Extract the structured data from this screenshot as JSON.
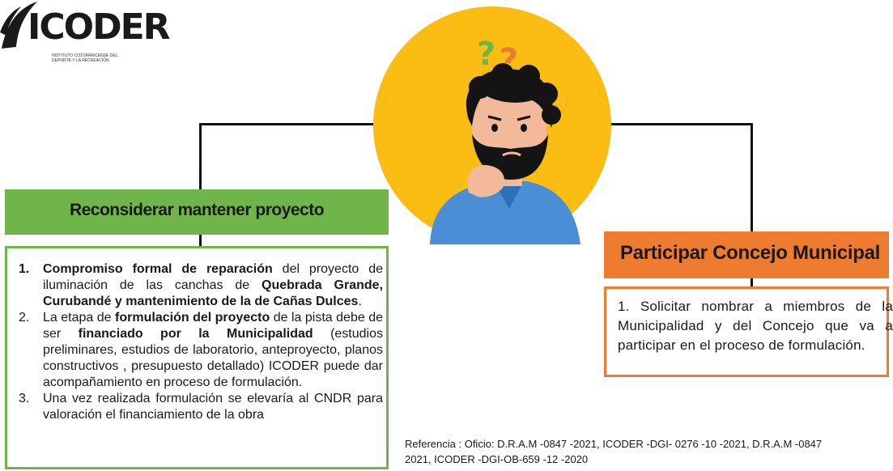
{
  "logo": {
    "word": "ICODER",
    "subtitle": "INSTITUTO COSTARRICENSE DEL DEPORTE Y LA RECREACIÓN"
  },
  "illustration": {
    "icon": "thinking-man-question-marks",
    "marks": [
      "?",
      "?"
    ]
  },
  "left_card": {
    "title": "Reconsiderar mantener proyecto",
    "items": [
      {
        "number": "1.",
        "parts": [
          {
            "text": "Compromiso formal de reparación",
            "bold": true
          },
          {
            "text": " del proyecto de iluminación de las canchas de ",
            "bold": false
          },
          {
            "text": "Quebrada Grande, Curubandé y mantenimiento de la de Cañas Dulces",
            "bold": true
          },
          {
            "text": ".",
            "bold": false
          }
        ]
      },
      {
        "number": "2.",
        "parts": [
          {
            "text": "La etapa de ",
            "bold": false
          },
          {
            "text": "formulación del proyecto",
            "bold": true
          },
          {
            "text": " de la pista debe de ser ",
            "bold": false
          },
          {
            "text": "financiado por la Municipalidad",
            "bold": true
          },
          {
            "text": " (estudios preliminares, estudios de laboratorio, anteproyecto, planos constructivos , presupuesto detallado) ICODER puede dar acompañamiento en proceso de formulación.",
            "bold": false
          }
        ]
      },
      {
        "number": "3.",
        "parts": [
          {
            "text": "Una vez realizada formulación se elevaría al CNDR para valoración el financiamiento de la obra",
            "bold": false
          }
        ]
      }
    ]
  },
  "right_card": {
    "title": "Participar Concejo Municipal",
    "text": "1. Solicitar nombrar a miembros de la Municipalidad y del Concejo que va a participar en el proceso de formulación."
  },
  "reference": {
    "line1": "Referencia : Oficio: D.R.A.M   -0847 -2021, ICODER   -DGI- 0276 -10 -2021, D.R.A.M  -0847",
    "line2": "2021, ICODER  -DGI-OB-659 -12 -2020"
  },
  "colors": {
    "green": "#6fb54a",
    "orange": "#ee7c30",
    "yellow": "#fbbd14"
  }
}
